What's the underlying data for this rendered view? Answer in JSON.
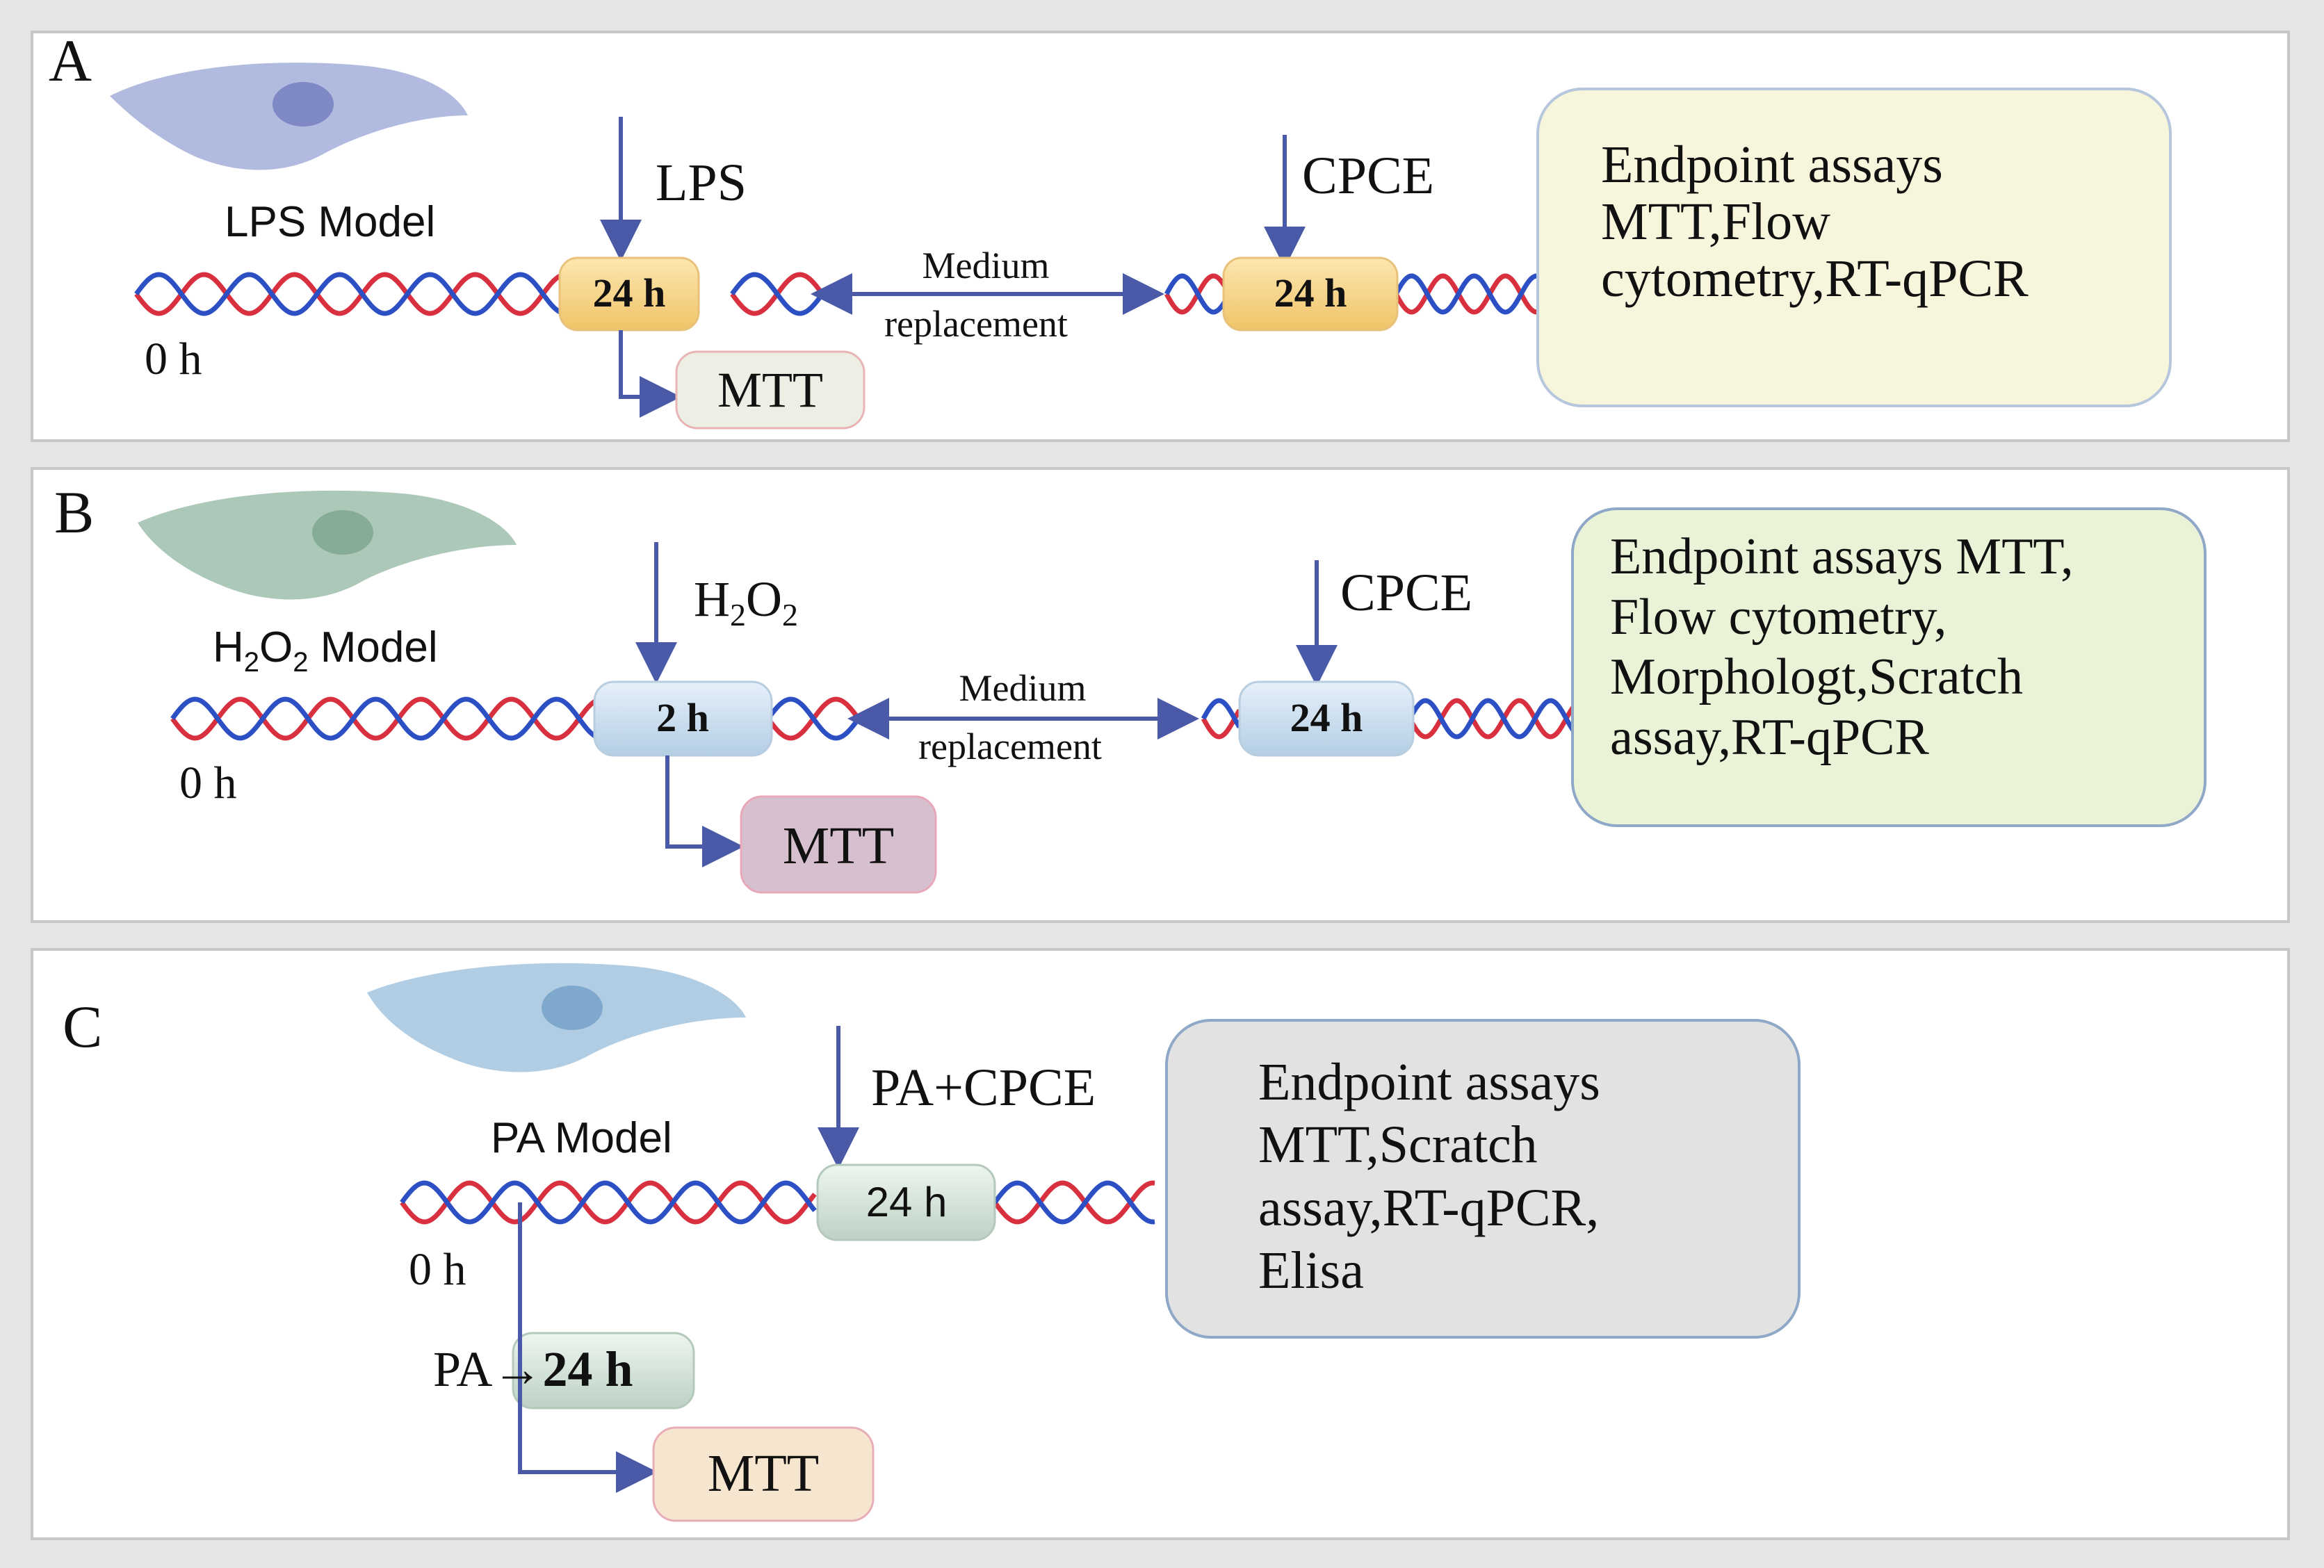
{
  "panels": {
    "a": {
      "letter": "A",
      "model_label": "LPS Model",
      "start_label": "0 h",
      "treatment_label": "LPS",
      "step1_duration": "24 h",
      "check_label": "MTT",
      "transition_line1": "Medium",
      "transition_line2": "replacement",
      "second_treatment": "CPCE",
      "step2_duration": "24 h",
      "endpoint_lines": [
        "Endpoint assays",
        "MTT,Flow",
        "cytometry,RT-qPCR"
      ]
    },
    "b": {
      "letter": "B",
      "model_label_main": "H",
      "model_label_sub": "2",
      "model_label_main2": "O",
      "model_label_sub2": "2",
      "model_label_rest": " Model",
      "start_label": "0 h",
      "treatment_main": "H",
      "treatment_sub": "2",
      "treatment_main2": "O",
      "treatment_sub2": "2",
      "step1_duration": "2 h",
      "check_label": "MTT",
      "transition_line1": "Medium",
      "transition_line2": "replacement",
      "second_treatment": "CPCE",
      "step2_duration": "24 h",
      "endpoint_lines": [
        "Endpoint assays MTT,",
        "Flow cytometry,",
        "Morphologt,Scratch",
        "assay,RT-qPCR"
      ]
    },
    "c": {
      "letter": "C",
      "model_label": "PA Model",
      "start_label": "0 h",
      "treatment_label": "PA+CPCE",
      "step_duration": "24 h",
      "pre_label": "PA→",
      "pre_duration": "24 h",
      "check_label": "MTT",
      "endpoint_lines": [
        "Endpoint assays",
        "MTT,Scratch",
        "assay,RT-qPCR,",
        "Elisa"
      ]
    }
  },
  "colors": {
    "strand_red": "#d8303e",
    "strand_blue": "#2c4fc4",
    "arrow": "#4a5aa8",
    "cell_a": "#a9b2dc",
    "cell_b": "#a3c2b0",
    "cell_c": "#a8c8e0",
    "pill_a": "#f4cf86",
    "pill_b": "#c6dcee",
    "pill_c": "#cfe0d6",
    "endpoint_a": "#f7f5dc",
    "endpoint_b": "#eaf3d7",
    "endpoint_c": "#e2e2e2"
  },
  "icons": [
    "cell-icon",
    "dna-helix-icon",
    "arrow-icon"
  ]
}
